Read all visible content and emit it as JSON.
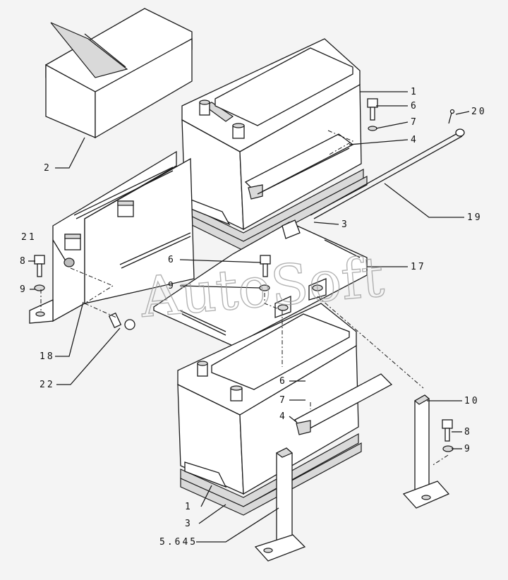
{
  "watermark": "AutoSoft",
  "callouts": {
    "c1a": "1",
    "c6a": "6",
    "c7a": "7",
    "c4a": "4",
    "c20": "20",
    "c2": "2",
    "c19": "19",
    "c3a": "3",
    "c21": "21",
    "c8a": "8",
    "c9a": "9",
    "c6b": "6",
    "c9b": "9",
    "c17": "17",
    "c18": "18",
    "c22": "22",
    "c6c": "6",
    "c7b": "7",
    "c4b": "4",
    "c10": "10",
    "c8b": "8",
    "c9c": "9",
    "c1b": "1",
    "c3b": "3",
    "c5645": "5.645"
  }
}
